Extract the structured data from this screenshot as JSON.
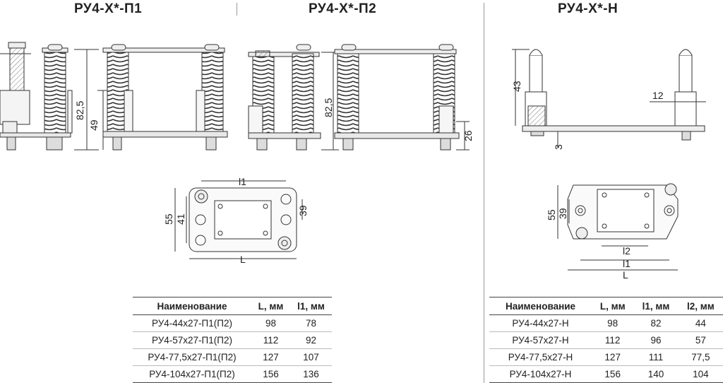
{
  "titles": {
    "p1": "РУ4-Х*-П1",
    "p2": "РУ4-Х*-П2",
    "n": "РУ4-Х*-Н"
  },
  "dimensions": {
    "p1": {
      "d825": "82,5",
      "d49": "49"
    },
    "p2": {
      "d825": "82,5",
      "d26": "26"
    },
    "n": {
      "d43": "43",
      "d12": "12",
      "d3": "3"
    },
    "plan_p": {
      "l1": "l1",
      "L": "L",
      "d55": "55",
      "d41": "41",
      "d39": "39"
    },
    "plan_n": {
      "l2": "l2",
      "l1": "l1",
      "L": "L",
      "d55": "55",
      "d39": "39"
    }
  },
  "table_p": {
    "headers": [
      "Наименование",
      "L, мм",
      "l1, мм"
    ],
    "rows": [
      [
        "РУ4-44х27-П1(П2)",
        "98",
        "78"
      ],
      [
        "РУ4-57х27-П1(П2)",
        "112",
        "92"
      ],
      [
        "РУ4-77,5х27-П1(П2)",
        "127",
        "107"
      ],
      [
        "РУ4-104х27-П1(П2)",
        "156",
        "136"
      ]
    ]
  },
  "table_n": {
    "headers": [
      "Наименование",
      "L, мм",
      "l1, мм",
      "l2, мм"
    ],
    "rows": [
      [
        "РУ4-44х27-Н",
        "98",
        "82",
        "44"
      ],
      [
        "РУ4-57х27-Н",
        "112",
        "96",
        "57"
      ],
      [
        "РУ4-77,5х27-Н",
        "127",
        "111",
        "77,5"
      ],
      [
        "РУ4-104х27-Н",
        "156",
        "140",
        "104"
      ]
    ]
  }
}
